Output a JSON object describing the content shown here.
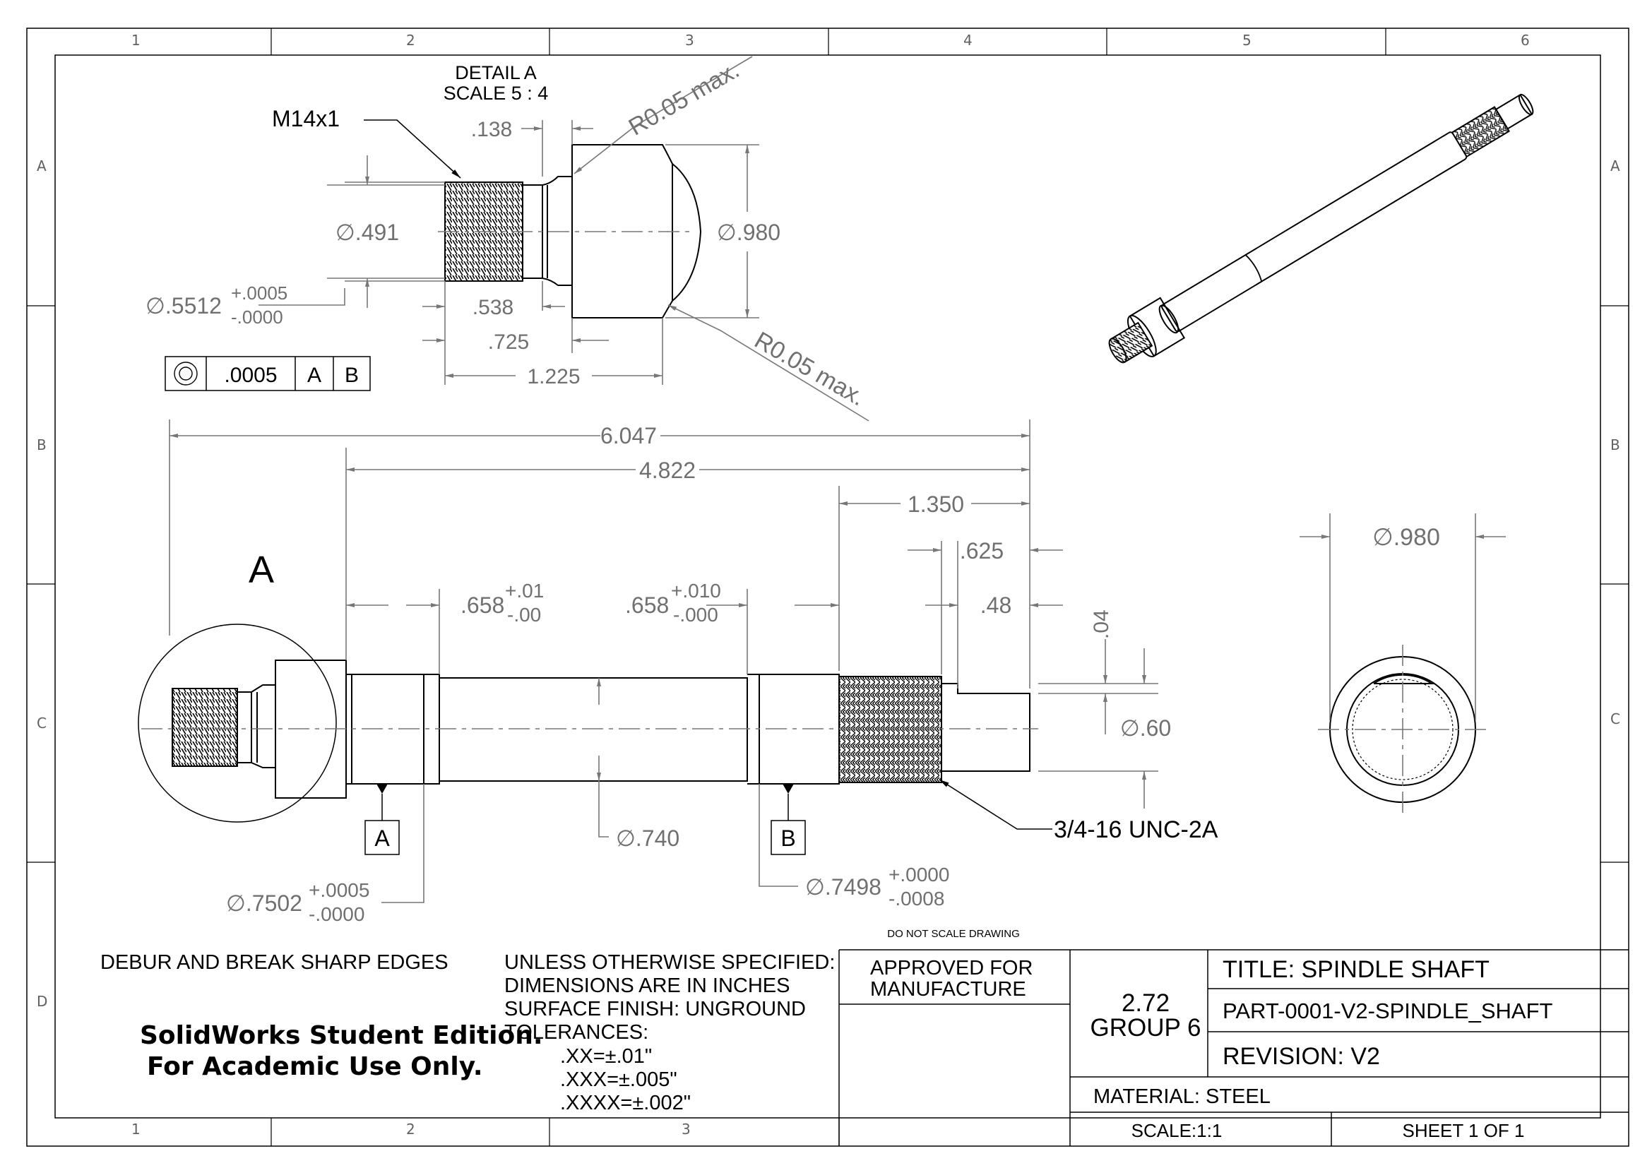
{
  "border": {
    "columns": [
      "1",
      "2",
      "3",
      "4",
      "5",
      "6"
    ],
    "rows": [
      "A",
      "B",
      "C",
      "D"
    ],
    "bottom_columns": [
      "1",
      "2",
      "3"
    ]
  },
  "detail": {
    "title": "DETAIL A",
    "scale": "SCALE 5 : 4",
    "thread": "M14x1",
    "radius_top": "R0.05 max.",
    "radius_bottom": "R0.05 max.",
    "dim_138": ".138",
    "dim_dia491": "∅.491",
    "dim_dia980": "∅.980",
    "dim_dia5512": "∅.5512",
    "dim_dia5512_tol_plus": "+.0005",
    "dim_dia5512_tol_minus": "-.0000",
    "dim_538": ".538",
    "dim_725": ".725",
    "dim_1225": "1.225"
  },
  "fcf": {
    "tolerance": ".0005",
    "datum1": "A",
    "datum2": "B"
  },
  "main": {
    "detail_label": "A",
    "dim_6047": "6.047",
    "dim_4822": "4.822",
    "dim_1350": "1.350",
    "dim_625": ".625",
    "dim_48": ".48",
    "dim_04": ".04",
    "dim_658a": ".658",
    "dim_658a_plus": "+.01",
    "dim_658a_minus": "-.00",
    "dim_658b": ".658",
    "dim_658b_plus": "+.010",
    "dim_658b_minus": "-.000",
    "dim_dia60": "∅.60",
    "dim_dia740": "∅.740",
    "datum_a": "A",
    "datum_b": "B",
    "dim_dia7502": "∅.7502",
    "dim_dia7502_plus": "+.0005",
    "dim_dia7502_minus": "-.0000",
    "dim_dia7498": "∅.7498",
    "dim_dia7498_plus": "+.0000",
    "dim_dia7498_minus": "-.0008",
    "thread": "3/4-16 UNC-2A"
  },
  "end_view": {
    "dim_dia980": "∅.980"
  },
  "notes": {
    "do_not_scale": "DO NOT SCALE DRAWING",
    "debur": "DEBUR AND BREAK SHARP EDGES",
    "unless_1": "UNLESS OTHERWISE SPECIFIED:",
    "unless_2": "DIMENSIONS ARE IN INCHES",
    "unless_3": "SURFACE FINISH: UNGROUND",
    "unless_4": "TOLERANCES:",
    "tol_xx": ".XX=±.01\"",
    "tol_xxx": ".XXX=±.005\"",
    "tol_xxxx": ".XXXX=±.002\"",
    "watermark_1": "SolidWorks Student Edition.",
    "watermark_2": "For Academic Use Only."
  },
  "title_block": {
    "approved_1": "APPROVED FOR",
    "approved_2": "MANUFACTURE",
    "weight": "2.72",
    "group": "GROUP 6",
    "title": "TITLE: SPINDLE SHAFT",
    "part": "PART-0001-V2-SPINDLE_SHAFT",
    "revision": "REVISION: V2",
    "material": "MATERIAL: STEEL",
    "scale": "SCALE:1:1",
    "sheet": "SHEET 1 OF 1"
  }
}
